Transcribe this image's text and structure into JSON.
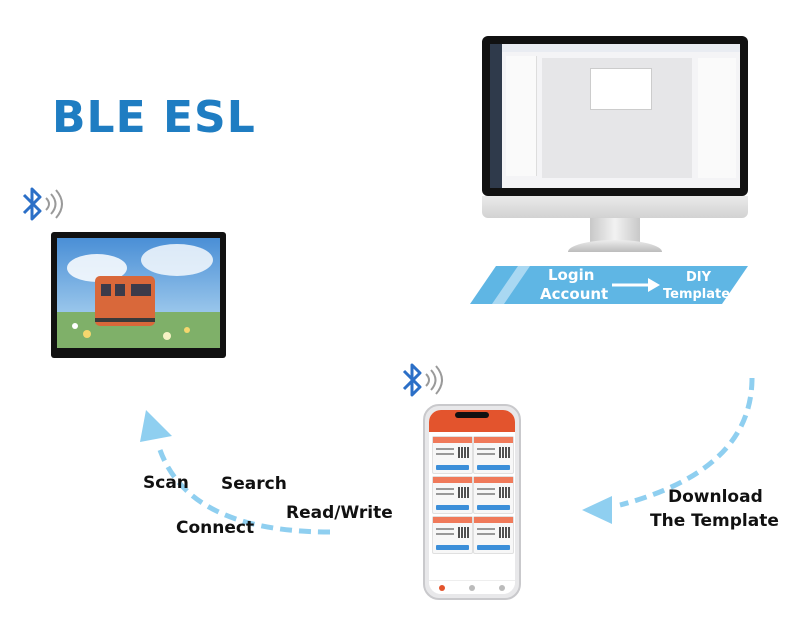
{
  "title": "BLE ESL",
  "flow": {
    "login_line1": "Login",
    "login_line2": "Account",
    "diy_line1": "DIY",
    "diy_line2": "Template",
    "download_line1": "Download",
    "download_line2": "The Template",
    "scan": "Scan",
    "search": "Search",
    "connect": "Connect",
    "readwrite": "Read/Write"
  },
  "colors": {
    "title": "#1f7dc2",
    "banner": "#5fb6e4",
    "arrow": "#8fcff0",
    "phone_accent": "#e3542d",
    "bluetooth": "#2b6fc7"
  },
  "icons": [
    "bluetooth-icon",
    "signal-waves-icon"
  ]
}
